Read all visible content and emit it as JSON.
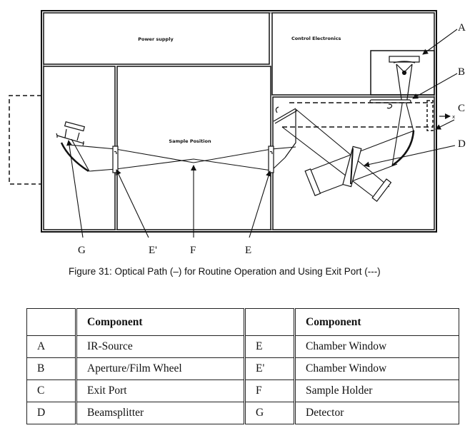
{
  "diagram": {
    "boxes": {
      "power_supply": "Power supply",
      "control_electronics": "Control Electronics",
      "sample_position": "Sample Position"
    },
    "callouts": {
      "A": "A",
      "B": "B",
      "C": "C",
      "D": "D",
      "E": "E",
      "E_prime": "E'",
      "F": "F",
      "G": "G"
    },
    "axis_label": "x"
  },
  "caption": "Figure 31:  Optical Path (–) for Routine Operation and Using Exit Port (---)",
  "table": {
    "headers": [
      "",
      "Component",
      "",
      "Component"
    ],
    "rows": [
      {
        "left_id": "A",
        "left_component": "IR-Source",
        "right_id": "E",
        "right_component": "Chamber Window"
      },
      {
        "left_id": "B",
        "left_component": "Aperture/Film Wheel",
        "right_id": "E'",
        "right_component": "Chamber Window"
      },
      {
        "left_id": "C",
        "left_component": "Exit Port",
        "right_id": "F",
        "right_component": "Sample Holder"
      },
      {
        "left_id": "D",
        "left_component": "Beamsplitter",
        "right_id": "G",
        "right_component": "Detector"
      }
    ]
  }
}
